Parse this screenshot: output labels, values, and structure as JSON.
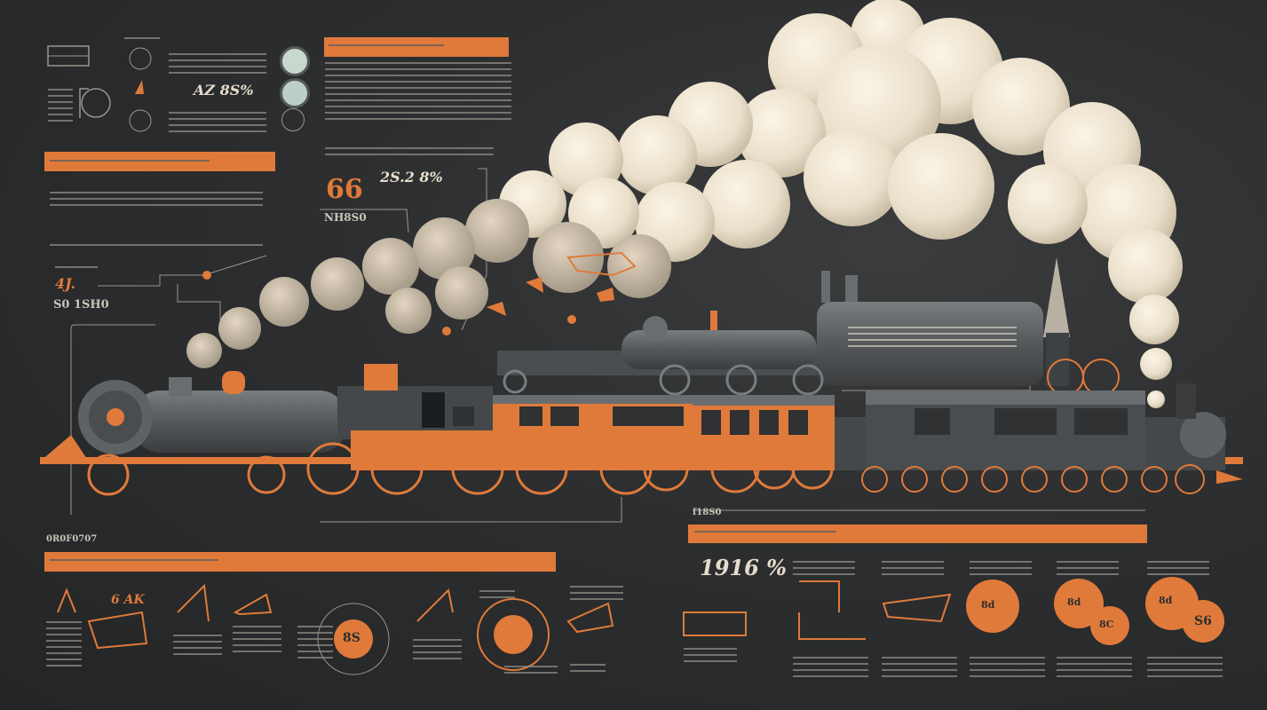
{
  "stats": {
    "top_left_number": "AZ 8S%",
    "center_big": "66",
    "center_percent": "2S.2 8%",
    "center_caption": "NH8S0",
    "left_mid_number": "4J.",
    "left_mid_caption": "S0 1SH0",
    "bottom_left_caption": "0R0F0707",
    "bottom_left_number": "6 AK",
    "mid_circle_label": "8S",
    "right_year": "1916 %",
    "right_header": "f18S0",
    "circle_a": "8d",
    "circle_b": "8d",
    "circle_c": "S6",
    "circle_d": "8d",
    "circle_e": "8C"
  },
  "colors": {
    "background": "#2b2d2e",
    "accent_orange": "#e07a3a",
    "smoke": "#efe6d6",
    "steel": "#5a5d5f",
    "text": "#b9b6ad"
  },
  "icons": {
    "locomotive": "steam-locomotive-icon",
    "smoke": "steam-cloud-icon",
    "gauge": "pressure-gauge-icon"
  }
}
